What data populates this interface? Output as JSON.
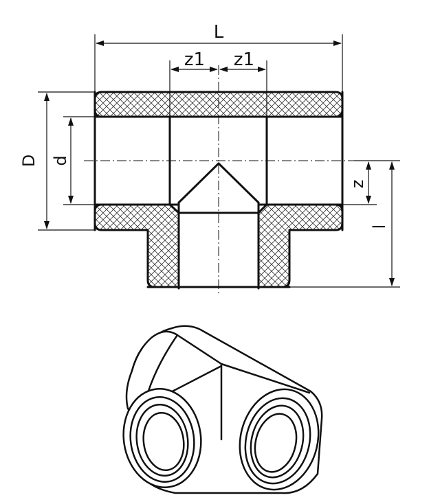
{
  "figure": {
    "labels": {
      "L": "L",
      "z1_left": "z1",
      "z1_right": "z1",
      "D": "D",
      "d": "d",
      "z": "z",
      "l": "l"
    }
  }
}
